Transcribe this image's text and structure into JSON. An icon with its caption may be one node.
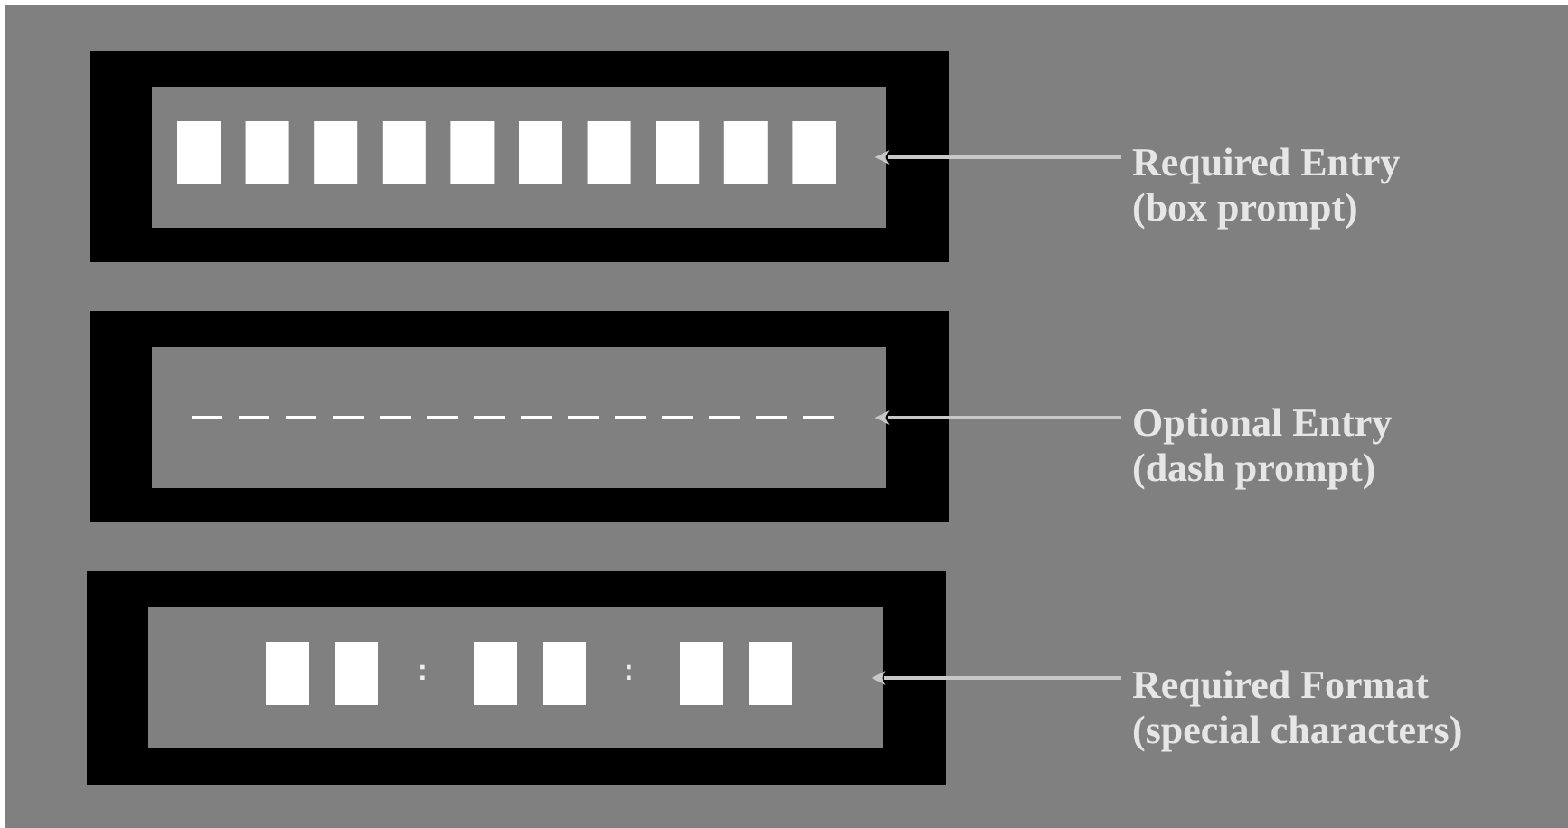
{
  "diagram": {
    "nodes": [
      {
        "text": [],
        "shape": "box"
      },
      {
        "text": [],
        "shape": "box",
        "in": 0
      },
      {
        "text": [
          "Required Entry",
          "(box prompt)"
        ]
      },
      {
        "text": [],
        "shape": "box"
      },
      {
        "text": [],
        "shape": "box",
        "in": 3
      },
      {
        "text": [
          "Optional Entry",
          "(dash prompt)"
        ]
      },
      {
        "text": [],
        "shape": "box"
      },
      {
        "text": [],
        "shape": "box",
        "in": 6
      },
      {
        "text": [
          "Required Format",
          "(special characters)"
        ]
      }
    ],
    "edges": [
      {
        "from": 2,
        "to": 1,
        "arrow": "to"
      },
      {
        "from": 5,
        "to": 4,
        "arrow": "to"
      },
      {
        "from": 8,
        "to": 7,
        "arrow": "to"
      }
    ],
    "labels": [
      ":",
      ":"
    ]
  }
}
